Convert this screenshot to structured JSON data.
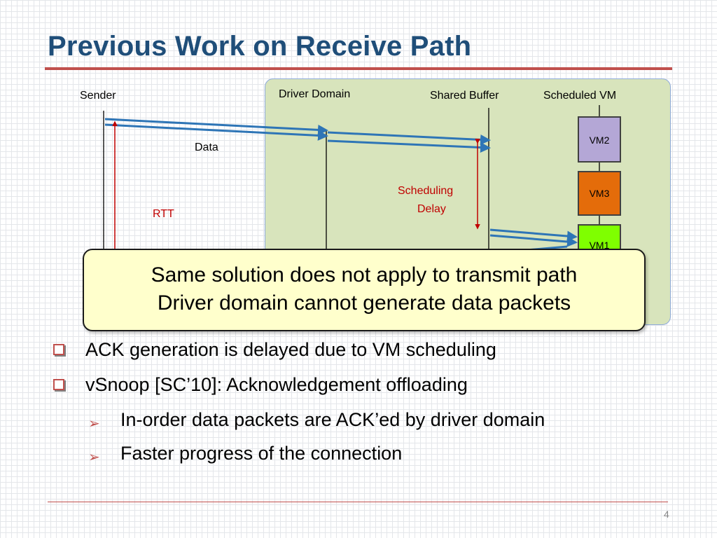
{
  "title": "Previous Work on Receive Path",
  "page_number": "4",
  "diagram": {
    "sender_label": "Sender",
    "driver_domain_label": "Driver Domain",
    "shared_buffer_label": "Shared Buffer",
    "scheduled_vm_label": "Scheduled VM",
    "data_label": "Data",
    "rtt_label": "RTT",
    "scheduling_delay_line1": "Scheduling",
    "scheduling_delay_line2": "Delay",
    "vms": [
      {
        "label": "VM2",
        "color": "#b4a7d6"
      },
      {
        "label": "VM3",
        "color": "#e46c0a"
      },
      {
        "label": "VM1",
        "color": "#7fff00"
      }
    ],
    "arrow_color": "#2e75b6",
    "delay_color": "#c00000"
  },
  "callout": {
    "line1": "Same solution does not apply to transmit path",
    "line2": "Driver domain cannot generate data packets"
  },
  "bullets": [
    {
      "level": 1,
      "text": "ACK generation is delayed due to VM scheduling"
    },
    {
      "level": 1,
      "text": "vSnoop [SC’10]: Acknowledgement offloading"
    },
    {
      "level": 2,
      "text": "In-order data packets are ACK’ed by driver domain"
    },
    {
      "level": 2,
      "text": "Faster progress of the connection"
    }
  ],
  "colors": {
    "title": "#1f4e79",
    "accent": "#c0504d",
    "panel": "#d8e4bc",
    "callout": "#ffffcc"
  }
}
